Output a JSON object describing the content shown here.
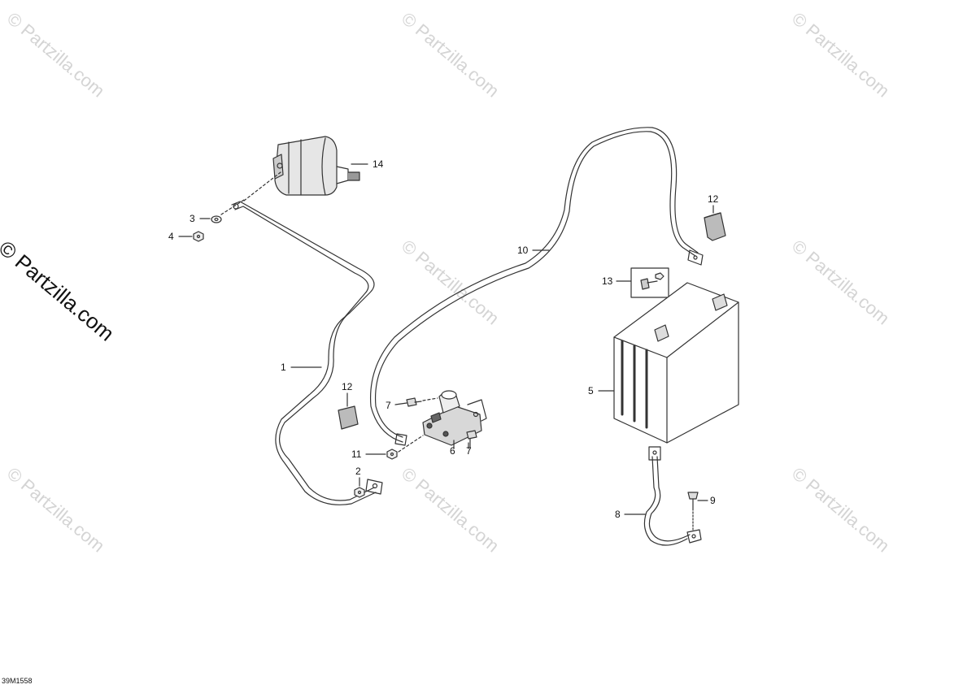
{
  "watermark": "© Partzilla.com",
  "diagram_code": "39M1558",
  "callouts": {
    "c1": "1",
    "c2": "2",
    "c3": "3",
    "c4": "4",
    "c5": "5",
    "c6": "6",
    "c7a": "7",
    "c7b": "7",
    "c8": "8",
    "c9": "9",
    "c10": "10",
    "c11": "11",
    "c12a": "12",
    "c12b": "12",
    "c13": "13",
    "c14": "14"
  },
  "colors": {
    "line": "#333333",
    "watermark": "#d4d4d4",
    "part_fill": "#e6e6e6"
  }
}
